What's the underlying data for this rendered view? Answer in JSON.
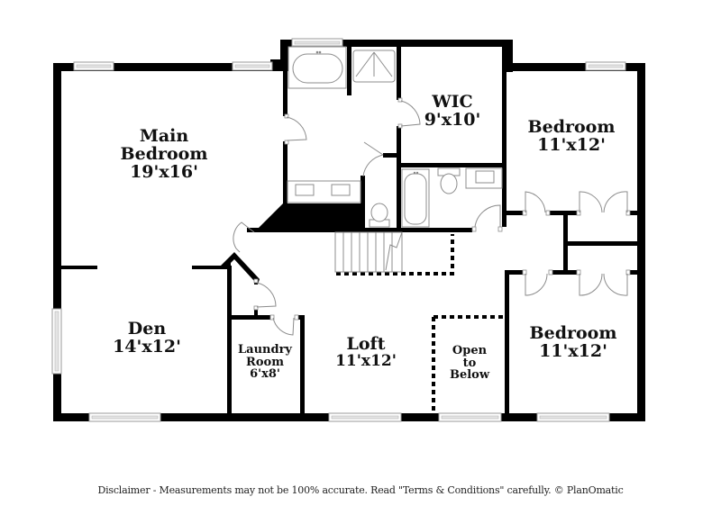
{
  "floor_plan": {
    "rooms": [
      {
        "id": "main-bedroom",
        "name": "Main Bedroom",
        "name_lines": [
          "Main",
          "Bedroom"
        ],
        "dimensions": "19'x16'"
      },
      {
        "id": "wic",
        "name": "WIC",
        "name_lines": [
          "WIC"
        ],
        "dimensions": "9'x10'"
      },
      {
        "id": "bedroom-1",
        "name": "Bedroom",
        "name_lines": [
          "Bedroom"
        ],
        "dimensions": "11'x12'"
      },
      {
        "id": "den",
        "name": "Den",
        "name_lines": [
          "Den"
        ],
        "dimensions": "14'x12'"
      },
      {
        "id": "laundry-room",
        "name": "Laundry Room",
        "name_lines": [
          "Laundry",
          "Room"
        ],
        "dimensions": "6'x8'"
      },
      {
        "id": "loft",
        "name": "Loft",
        "name_lines": [
          "Loft"
        ],
        "dimensions": "11'x12'"
      },
      {
        "id": "open-to-below",
        "name": "Open to Below",
        "name_lines": [
          "Open",
          "to",
          "Below"
        ],
        "dimensions": ""
      },
      {
        "id": "bedroom-2",
        "name": "Bedroom",
        "name_lines": [
          "Bedroom"
        ],
        "dimensions": "11'x12'"
      }
    ],
    "fixtures": [
      "bathtub-oval",
      "shower-stall",
      "double-vanity-sinks",
      "toilet",
      "bathtub",
      "toilet",
      "sink",
      "staircase"
    ],
    "colors": {
      "wall": "#000000",
      "background": "#ffffff",
      "fixture_stroke": "#8c8c8c",
      "window_fill": "#e4e4e4"
    }
  },
  "footer": {
    "disclaimer": "Disclaimer - Measurements may not be 100% accurate. Read \"Terms & Conditions\" carefully. © PlanOmatic"
  }
}
